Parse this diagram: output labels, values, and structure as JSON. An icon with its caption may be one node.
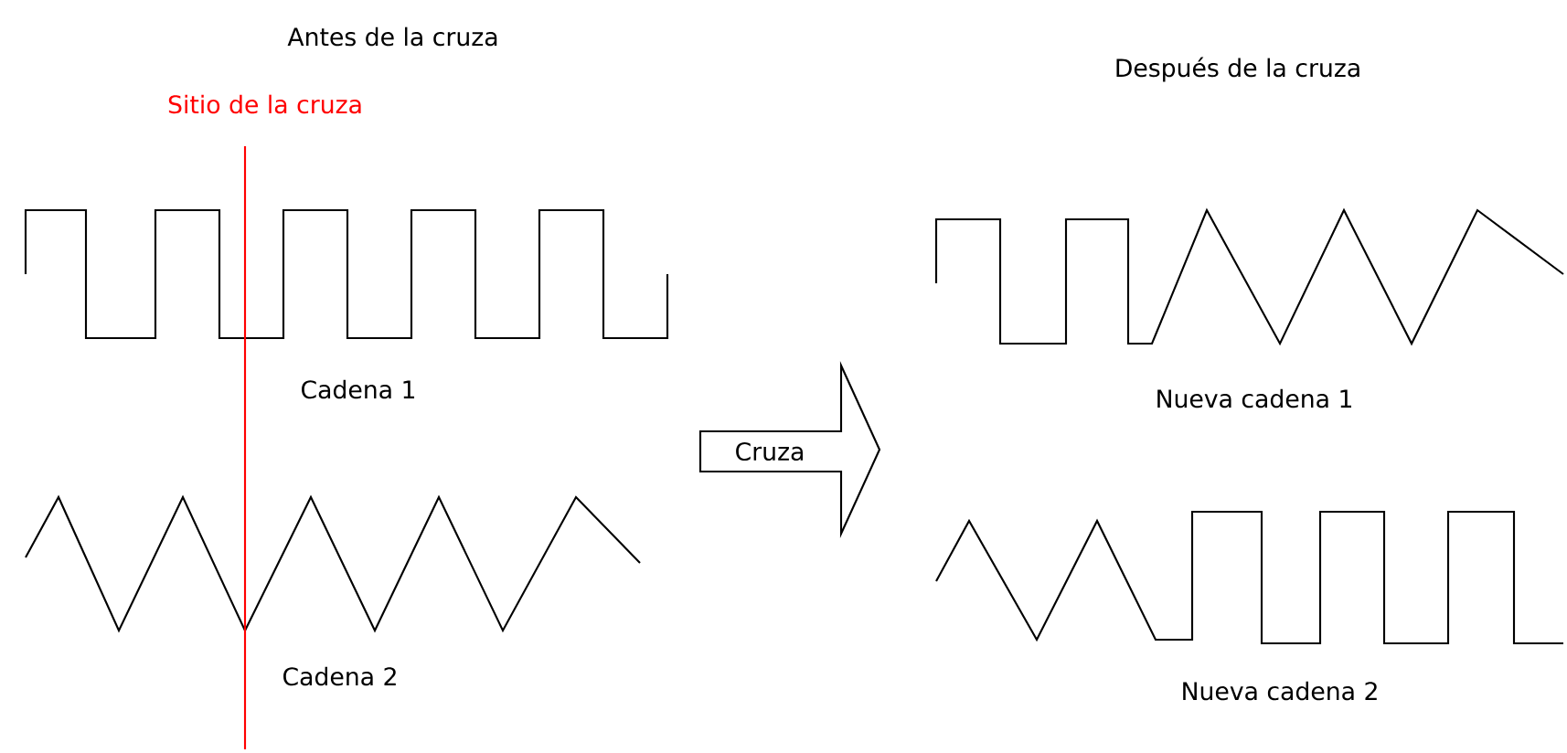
{
  "diagram": {
    "nodes": [
      {
        "text": [
          "Cruza"
        ]
      }
    ],
    "labels": [
      "Antes de la cruza",
      "Sitio de la cruza",
      "Cadena 1",
      "Cadena 2",
      "Después de la cruza",
      "Nueva cadena 1",
      "Nueva cadena 2"
    ]
  }
}
